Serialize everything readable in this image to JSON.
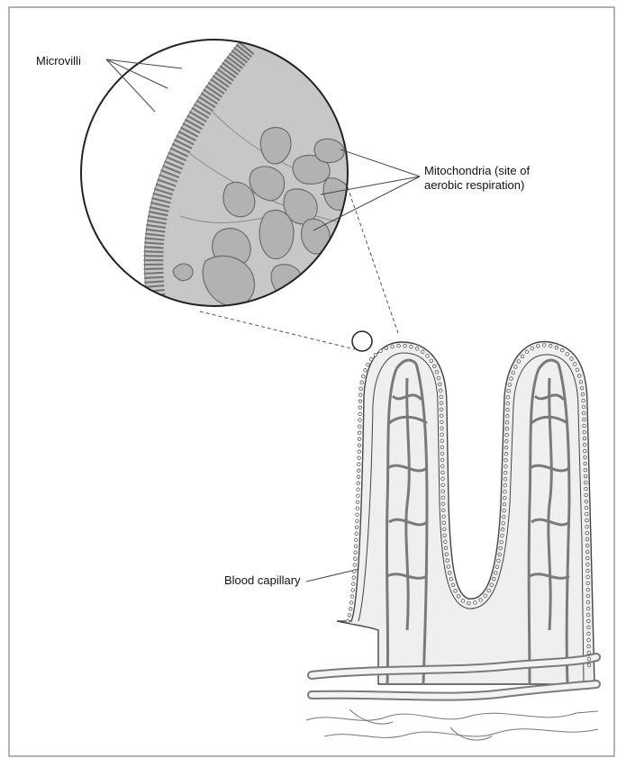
{
  "diagram": {
    "labels": {
      "microvilli": "Microvilli",
      "mitochondria_line1": "Mitochondria (site of",
      "mitochondria_line2": "aerobic respiration)",
      "blood_capillary": "Blood capillary"
    }
  }
}
